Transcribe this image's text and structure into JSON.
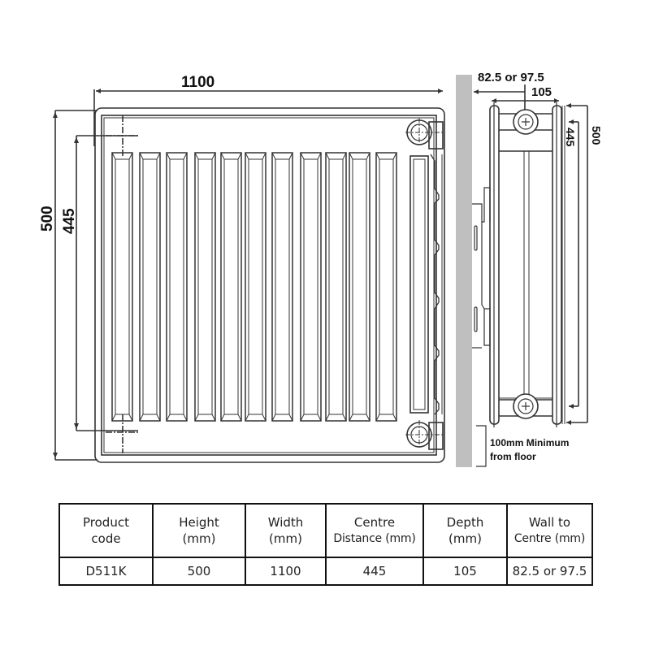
{
  "diagram": {
    "title": "D511K radiator technical drawing",
    "front_view": {
      "width_label": "1100",
      "height_label": "500",
      "centre_label": "445",
      "fins_count": 11
    },
    "side_view": {
      "wall_to_centre_label": "82.5 or 97.5",
      "depth_label": "105",
      "centre_label": "445",
      "height_label": "500",
      "floor_note_line1": "100mm Minimum",
      "floor_note_line2": "from floor"
    },
    "colors": {
      "line": "#333333",
      "wall": "#bfbfbf",
      "text": "#111111"
    }
  },
  "spec_table": {
    "headers": [
      {
        "line1": "Product",
        "line2": "code"
      },
      {
        "line1": "Height",
        "line2": "(mm)"
      },
      {
        "line1": "Width",
        "line2": "(mm)"
      },
      {
        "line1": "Centre",
        "line2": "Distance (mm)"
      },
      {
        "line1": "Depth",
        "line2": "(mm)"
      },
      {
        "line1": "Wall to",
        "line2": "Centre (mm)"
      }
    ],
    "rows": [
      [
        "D511K",
        "500",
        "1100",
        "445",
        "105",
        "82.5 or 97.5"
      ]
    ]
  }
}
